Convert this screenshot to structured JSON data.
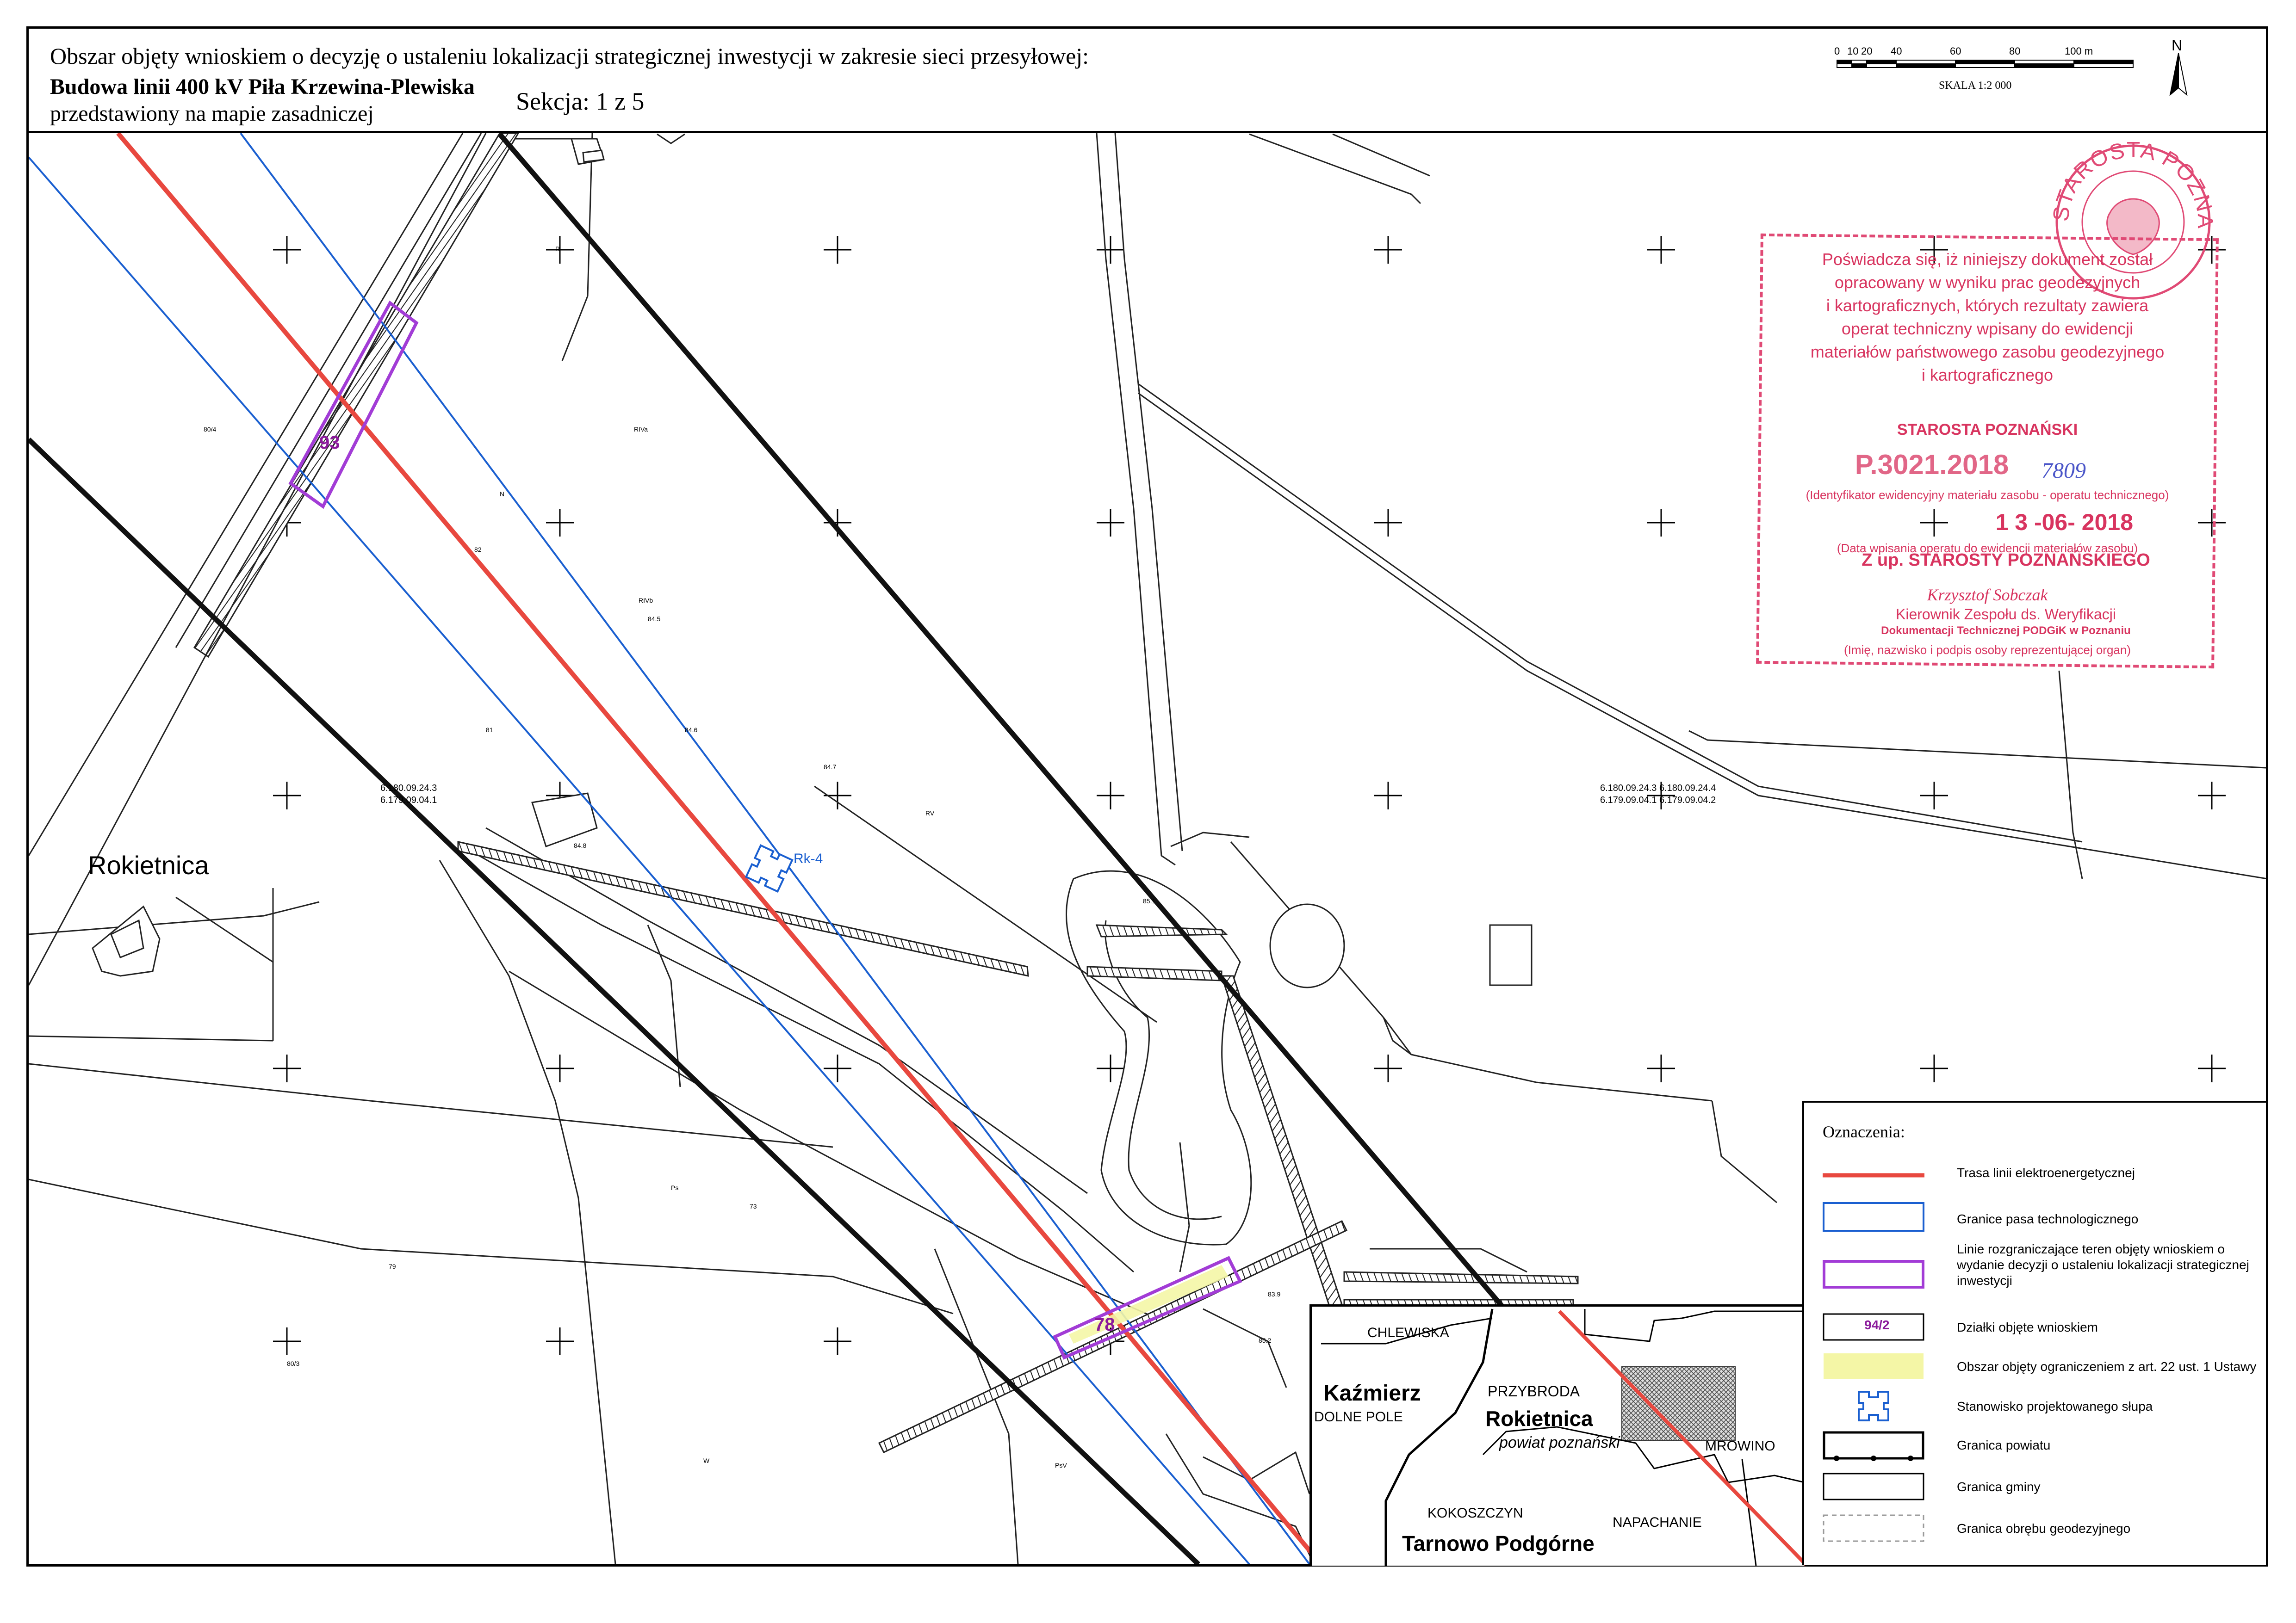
{
  "header": {
    "line1": "Obszar objęty wnioskiem o decyzję o ustaleniu lokalizacji strategicznej inwestycji w zakresie sieci przesyłowej:",
    "line2": "Budowa linii 400 kV Piła Krzewina-Plewiska",
    "line3": "przedstawiony na mapie zasadniczej",
    "section": "Sekcja: 1 z 5"
  },
  "scale": {
    "ticks": [
      "0",
      "10",
      "20",
      "40",
      "60",
      "80",
      "100 m"
    ],
    "title": "SKALA 1:2 000",
    "north": "N"
  },
  "map": {
    "town": "Rokietnica",
    "pole_label": "Rk-4",
    "parcels": [
      "93",
      "78"
    ],
    "grid_refs_left": [
      "6.180.09.24.3",
      "6.179.09.04.1"
    ],
    "grid_refs_right": [
      "6.180.09.24.3 6.180.09.24.4",
      "6.179.09.04.1 6.179.09.04.2"
    ],
    "small_labels": [
      "RIVa",
      "RIVb",
      "R",
      "RV",
      "PsV",
      "Ps",
      "N",
      "W",
      "S",
      "73",
      "79",
      "80/3",
      "80/4",
      "81",
      "82",
      "84.5",
      "84.6",
      "84.7",
      "84.8",
      "85.1",
      "85.2",
      "83.9"
    ]
  },
  "stamp": {
    "lines": [
      "Poświadcza się, iż niniejszy dokument został",
      "opracowany w wyniku prac geodezyjnych",
      "i kartograficznych, których rezultaty zawiera",
      "operat techniczny wpisany do ewidencji",
      "materiałów państwowego zasobu geodezyjnego",
      "i kartograficznego"
    ],
    "title": "STAROSTA POZNAŃSKI",
    "id": "P.3021.2018",
    "handwritten_number": "7809",
    "caption_id": "(Identyfikator ewidencyjny materiału zasobu - operatu technicznego)",
    "date": "1 3 -06- 2018",
    "caption_date": "(Data wpisania operatu do ewidencji materiałów zasobu)",
    "sign_header": "Z up. STAROSTY POZNAŃSKIEGO",
    "signer_name": "Krzysztof Sobczak",
    "signer_role": "Kierownik Zespołu ds. Weryfikacji",
    "signer_dept": "Dokumentacji Technicznej PODGiK w Poznaniu",
    "caption_sign": "(Imię, nazwisko i podpis osoby reprezentującej organ)",
    "round_text": "STAROSTA POZNAŃSKI"
  },
  "legend": {
    "title": "Oznaczenia:",
    "items": [
      {
        "label": "Trasa linii elektroenergetycznej",
        "color": "#e8483f"
      },
      {
        "label": "Granice pasa technologicznego",
        "color": "#1a5fd0"
      },
      {
        "label": "Linie rozgraniczające teren objęty wnioskiem o wydanie decyzji o ustaleniu lokalizacji strategicznej inwestycji",
        "color": "#a23cd6"
      },
      {
        "label": "Działki objęte wnioskiem",
        "symbol_text": "94/2",
        "color": "#8b1a9b"
      },
      {
        "label": "Obszar objęty ograniczeniem z art. 22 ust. 1 Ustawy",
        "color": "#f4f6a6"
      },
      {
        "label": "Stanowisko projektowanego słupa",
        "color": "#1a5fd0"
      },
      {
        "label": "Granica powiatu",
        "color": "#000000"
      },
      {
        "label": "Granica gminy",
        "color": "#000000"
      },
      {
        "label": "Granica obrębu geodezyjnego",
        "color": "#9a9a9a"
      }
    ]
  },
  "inset": {
    "labels": {
      "chlewiska": "CHLEWISKA",
      "kazmierz": "Kaźmierz",
      "dolne_pole": "DOLNE POLE",
      "przybroda": "PRZYBRODA",
      "rokietnica": "Rokietnica",
      "powiat": "powiat poznański",
      "mrowino": "MROWINO",
      "kokoszczyn": "KOKOSZCZYN",
      "napachanie": "NAPACHANIE",
      "tarnowo": "Tarnowo Podgórne"
    }
  }
}
